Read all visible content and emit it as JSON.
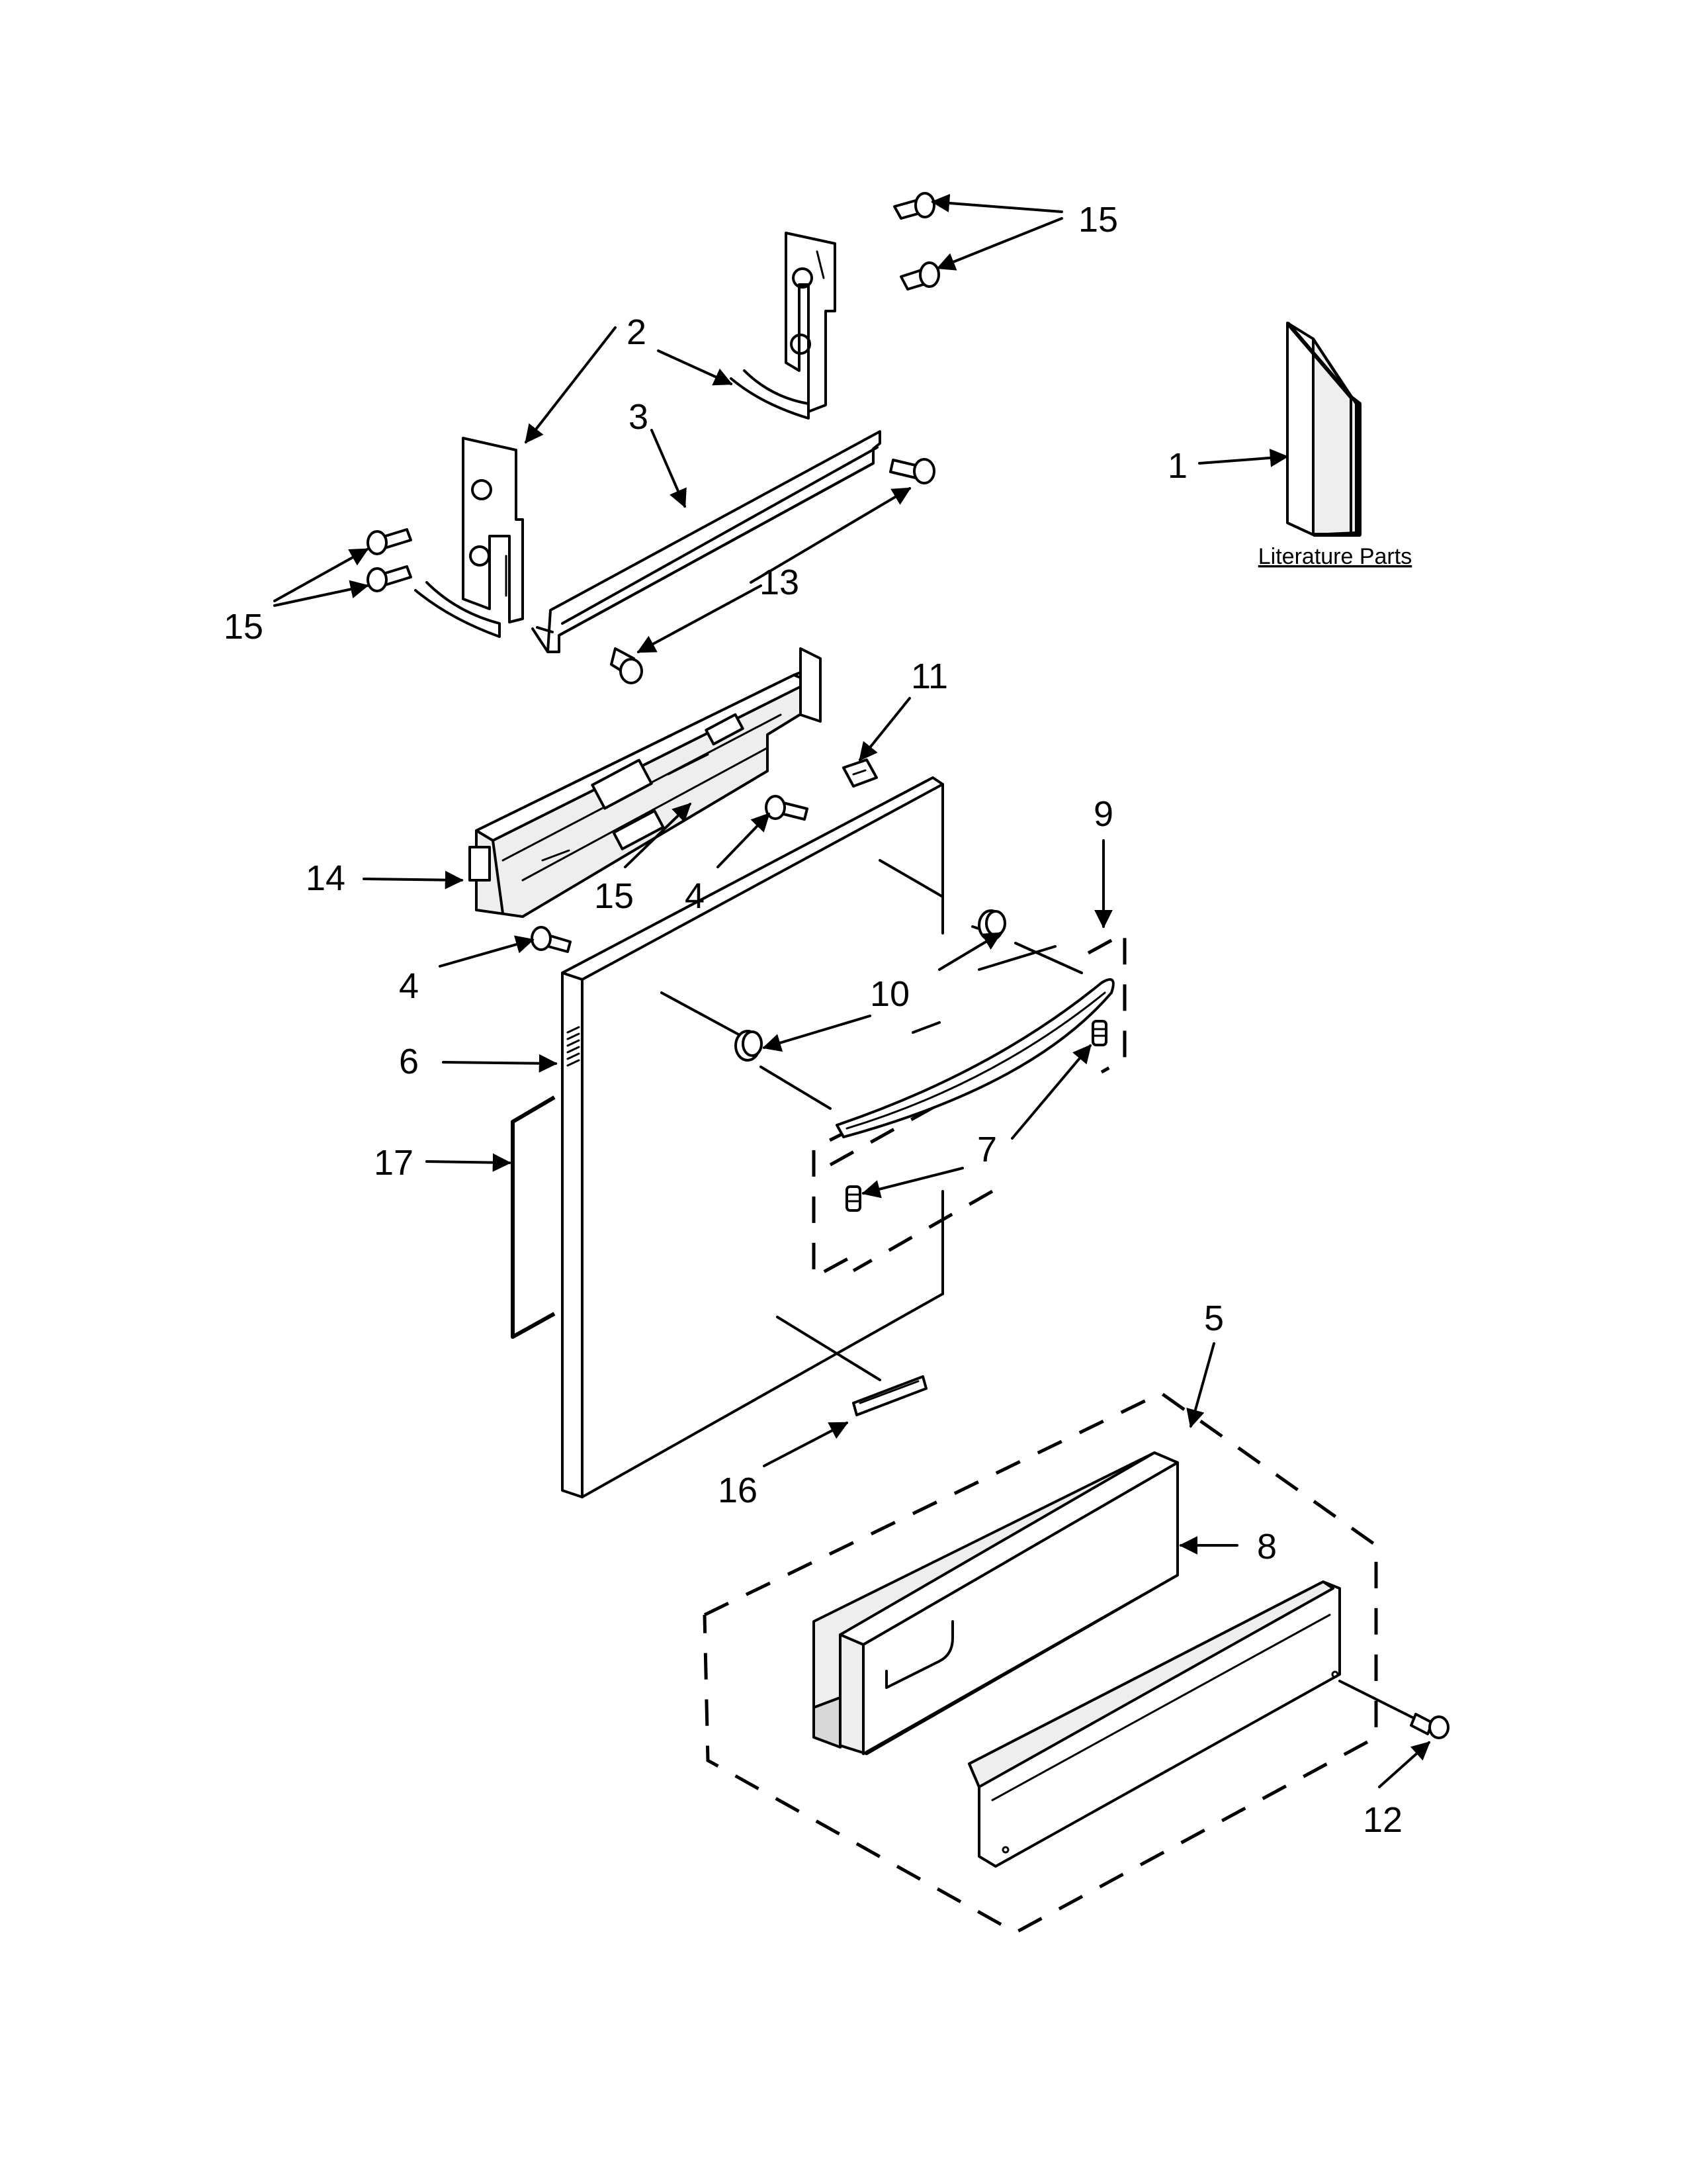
{
  "callouts": {
    "c1": "1",
    "c2": "2",
    "c3": "3",
    "c4a": "4",
    "c4b": "4",
    "c5": "5",
    "c6": "6",
    "c7": "7",
    "c8": "8",
    "c9": "9",
    "c10": "10",
    "c11": "11",
    "c12": "12",
    "c13": "13",
    "c14": "14",
    "c15a": "15",
    "c15b": "15",
    "c15c": "15",
    "c16": "16",
    "c17": "17"
  },
  "literature_caption": "Literature Parts",
  "colors": {
    "line": "#000000",
    "background": "#ffffff"
  }
}
